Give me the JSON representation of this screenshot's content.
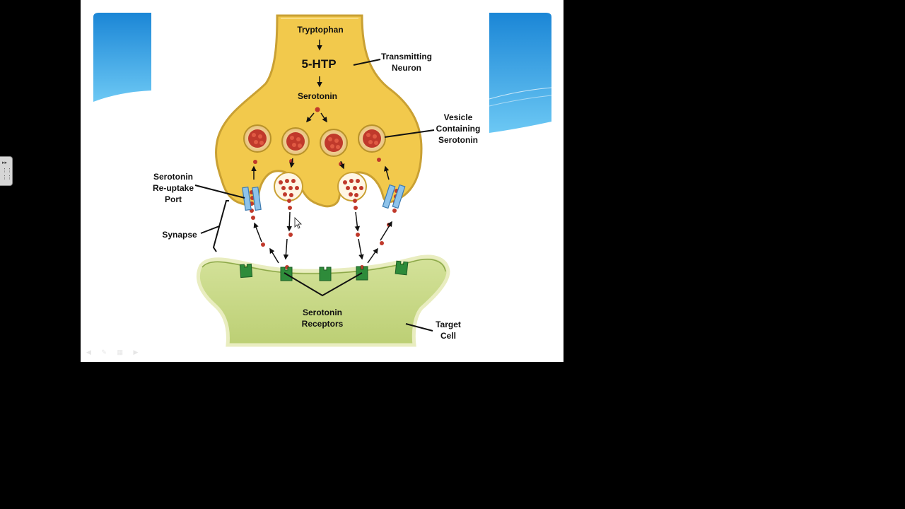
{
  "labels": {
    "tryptophan": "Tryptophan",
    "htp": "5-HTP",
    "serotonin": "Serotonin",
    "transmitting_neuron_1": "Transmitting",
    "transmitting_neuron_2": "Neuron",
    "vesicle_1": "Vesicle",
    "vesicle_2": "Containing",
    "vesicle_3": "Serotonin",
    "reuptake_1": "Serotonin",
    "reuptake_2": "Re-uptake",
    "reuptake_3": "Port",
    "synapse": "Synapse",
    "receptors_1": "Serotonin",
    "receptors_2": "Receptors",
    "target_1": "Target",
    "target_2": "Cell"
  },
  "colors": {
    "background": "#000000",
    "slide": "#ffffff",
    "sky_blue": "#2a9ee0",
    "neuron_fill": "#f2c94c",
    "neuron_edge": "#b8922a",
    "vesicle_red": "#c0392b",
    "target_fill": "#c9d98a",
    "receptor_green": "#2e8b3a",
    "port_blue": "#8ec3ea"
  }
}
